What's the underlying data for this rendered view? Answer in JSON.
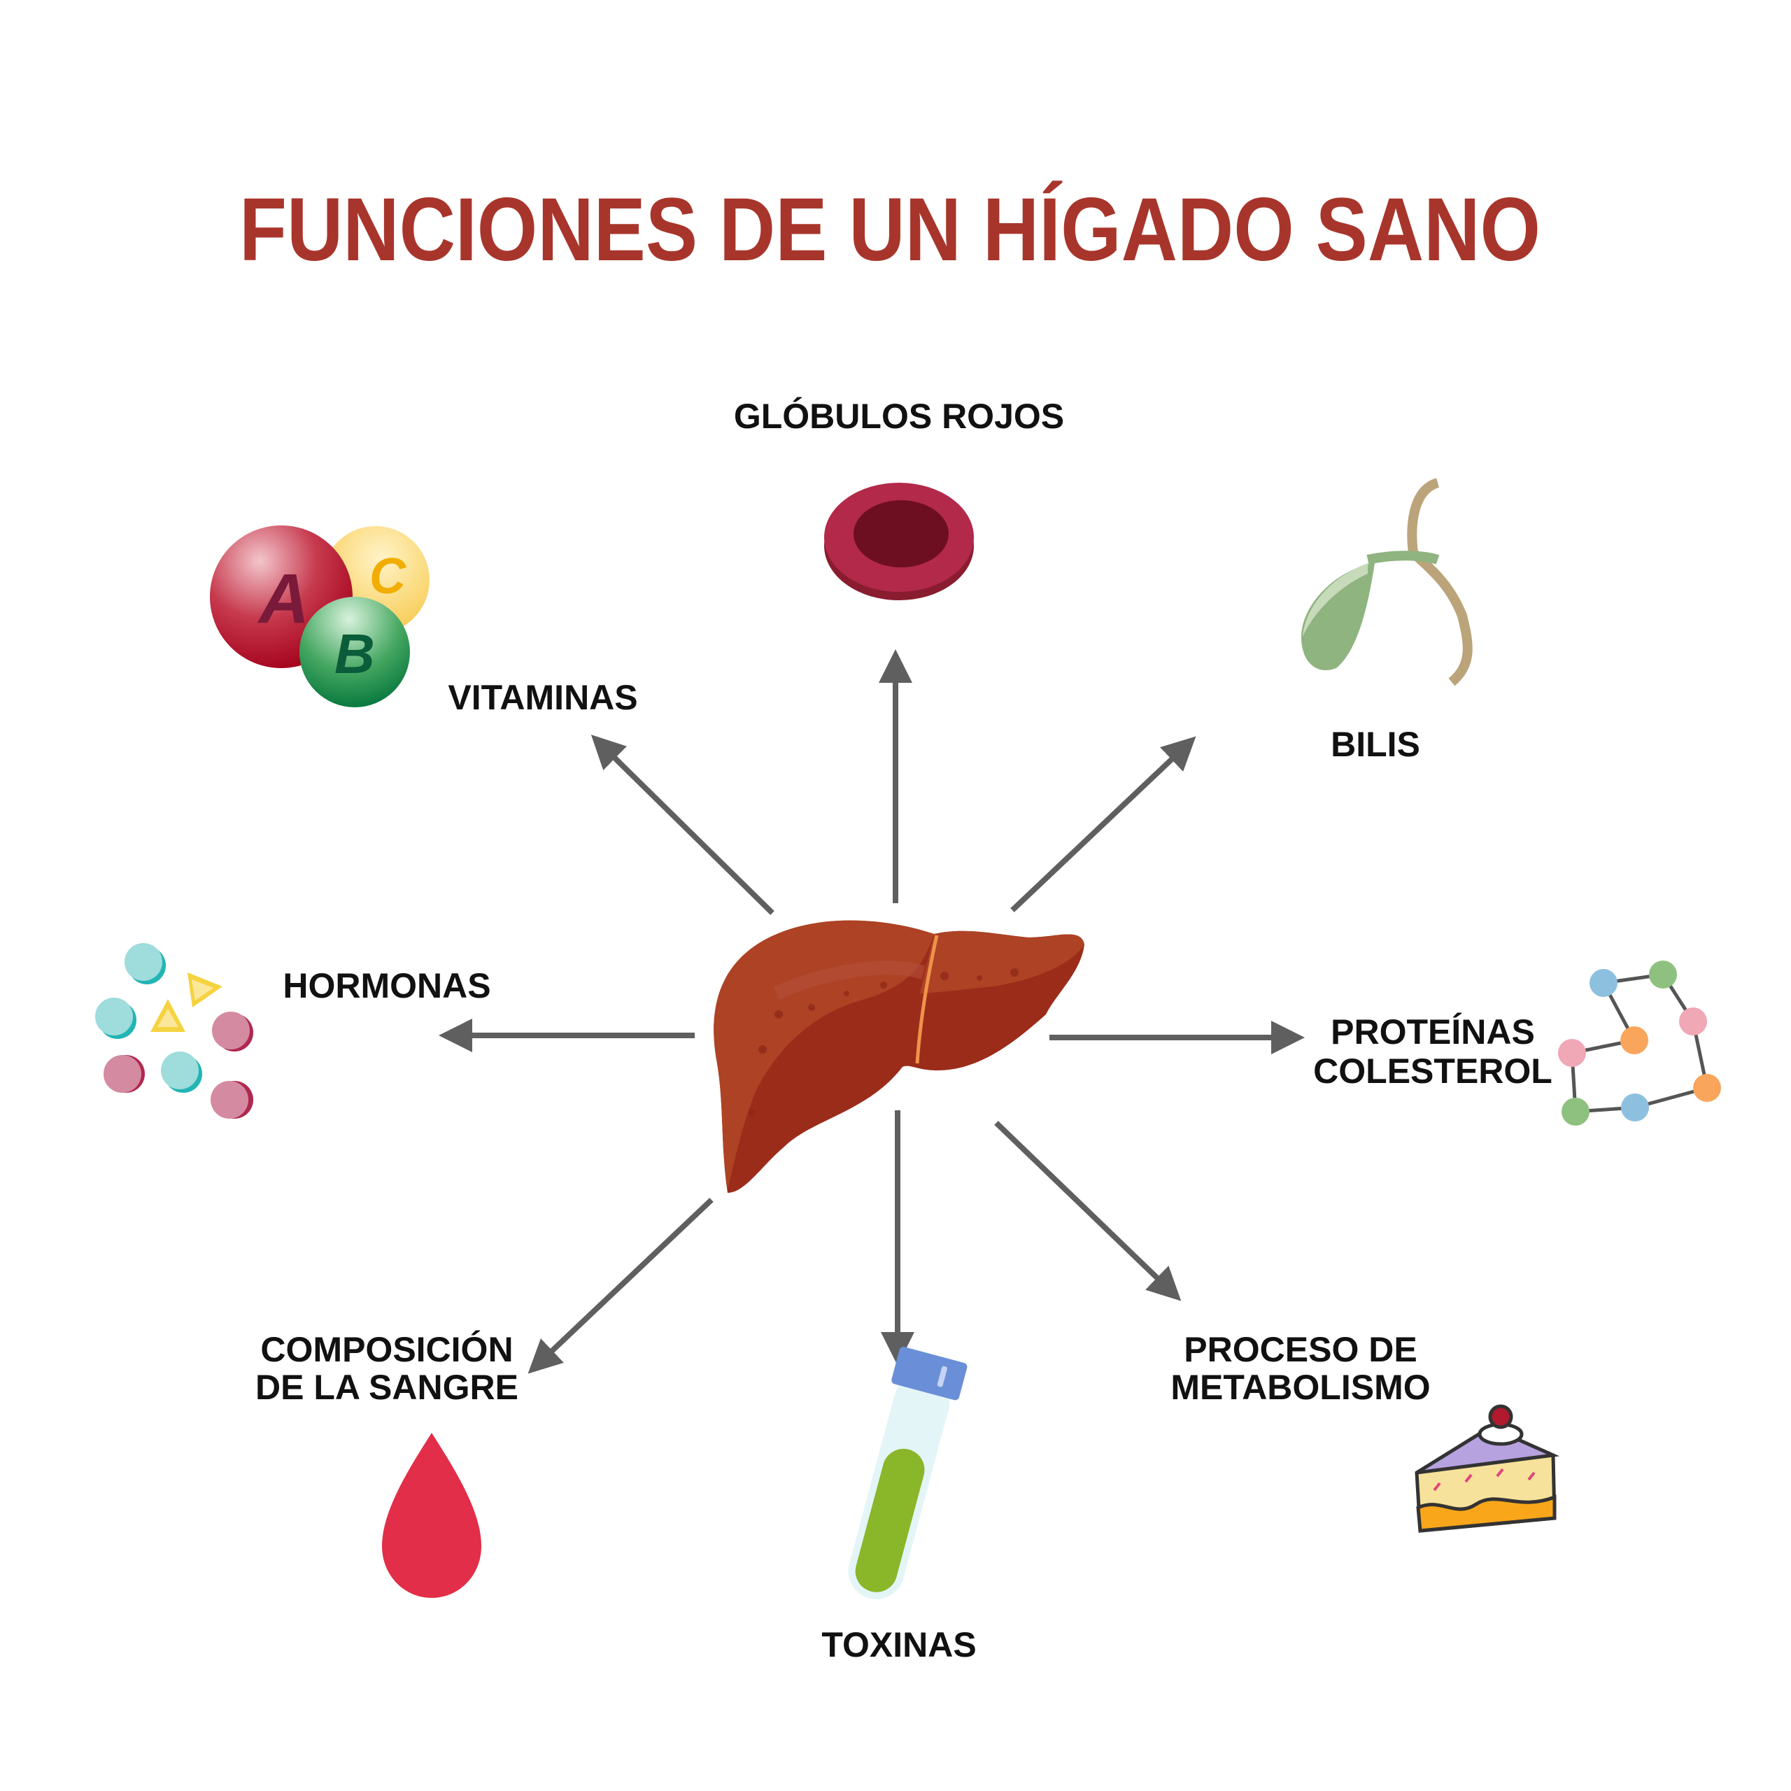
{
  "title": "FUNCIONES DE UN HÍGADO SANO",
  "labels": {
    "globulos": "GLÓBULOS ROJOS",
    "vitaminas": "VITAMINAS",
    "bilis": "BILIS",
    "hormonas": "HORMONAS",
    "proteinas_1": "PROTEÍNAS",
    "proteinas_2": "COLESTEROL",
    "composicion_1": "COMPOSICIÓN",
    "composicion_2": "DE LA SANGRE",
    "metabolismo_1": "PROCESO DE",
    "metabolismo_2": "METABOLISMO",
    "toxinas": "TOXINAS"
  },
  "vitamin_letters": {
    "a": "A",
    "b": "B",
    "c": "C"
  },
  "colors": {
    "title": "#a8352b",
    "arrow": "#5f5f5f",
    "liver": "#9b2c1a",
    "liver_light": "#ad4224"
  }
}
